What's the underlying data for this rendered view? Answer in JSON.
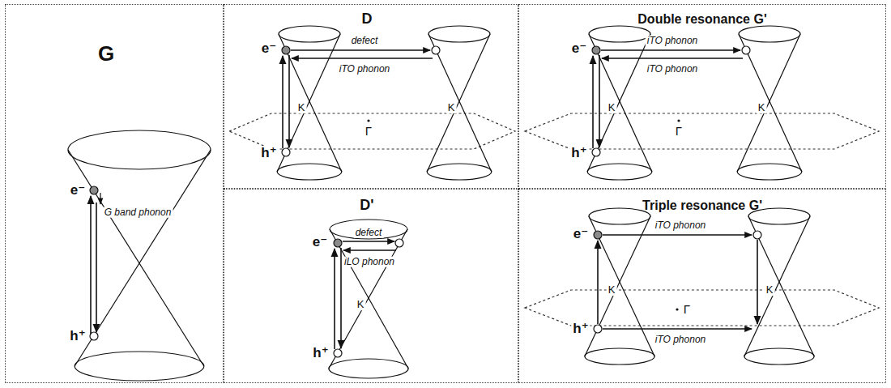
{
  "diagram": {
    "nodes": [
      {
        "text": [
          "G"
        ]
      },
      {
        "text": [
          "D"
        ]
      },
      {
        "text": [
          "Double resonance G'"
        ]
      },
      {
        "text": [
          "D'"
        ]
      },
      {
        "text": [
          "Triple resonance G'"
        ]
      }
    ],
    "labels": [
      "e⁻",
      "G band phonon",
      "h⁺",
      "e⁻",
      "defect",
      "iTO phonon",
      "K",
      "Γ",
      "K",
      "h⁺",
      "e⁻",
      "iTO phonon",
      "iTO phonon",
      "K",
      "Γ",
      "K",
      "h⁺",
      "e⁻",
      "defect",
      "iLO phonon",
      "K",
      "h⁺",
      "e⁻",
      "iTO phonon",
      "K",
      "Γ",
      "K",
      "h⁺",
      "iTO phonon"
    ]
  }
}
